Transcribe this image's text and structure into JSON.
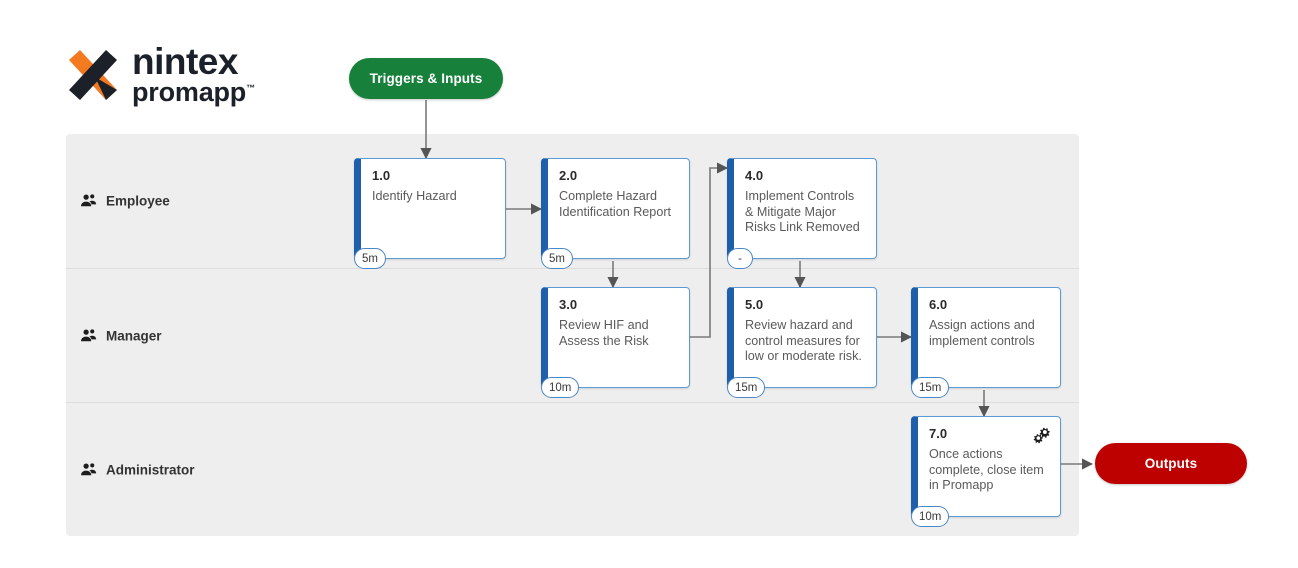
{
  "logo": {
    "name": "nintex-promapp-logo",
    "primary_text": "nintex",
    "secondary_text": "promapp",
    "trademark": "™",
    "mark_orange": "#f47a20",
    "mark_dark": "#1b2029"
  },
  "terminators": {
    "start": {
      "label": "Triggers & Inputs",
      "color": "#17803a"
    },
    "end": {
      "label": "Outputs",
      "color": "#bd0000"
    }
  },
  "lanes": [
    {
      "label": "Employee",
      "icon": "people-icon"
    },
    {
      "label": "Manager",
      "icon": "people-icon"
    },
    {
      "label": "Administrator",
      "icon": "people-icon"
    }
  ],
  "nodes": [
    {
      "id": "node-1",
      "number": "1.0",
      "title": "Identify Hazard",
      "duration": "5m",
      "lane": "Employee",
      "automated": false
    },
    {
      "id": "node-2",
      "number": "2.0",
      "title": "Complete Hazard\nIdentification Report",
      "duration": "5m",
      "lane": "Employee",
      "automated": false
    },
    {
      "id": "node-4",
      "number": "4.0",
      "title": "Implement Controls\n& Mitigate Major\nRisks Link Removed",
      "duration": "-",
      "lane": "Employee",
      "automated": false
    },
    {
      "id": "node-3",
      "number": "3.0",
      "title": "Review HIF and\nAssess the Risk",
      "duration": "10m",
      "lane": "Manager",
      "automated": false
    },
    {
      "id": "node-5",
      "number": "5.0",
      "title": "Review hazard and\ncontrol measures for\nlow or moderate risk.",
      "duration": "15m",
      "lane": "Manager",
      "automated": false
    },
    {
      "id": "node-6",
      "number": "6.0",
      "title": "Assign actions and\nimplement controls",
      "duration": "15m",
      "lane": "Manager",
      "automated": false
    },
    {
      "id": "node-7",
      "number": "7.0",
      "title": "Once actions\ncomplete, close item\nin Promapp",
      "duration": "10m",
      "lane": "Administrator",
      "automated": true,
      "automation_icon": "gears-icon"
    }
  ],
  "colors": {
    "node_border": "#5b9bd5",
    "node_accent": "#1f5fa9",
    "lane_background": "#eeeeee",
    "connector": "#7a7a7a"
  }
}
